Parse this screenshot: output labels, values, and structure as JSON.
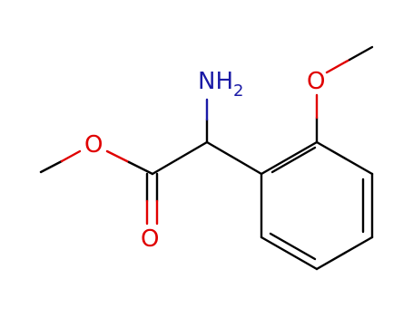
{
  "molecule": {
    "atoms": {
      "amine": {
        "text": "NH",
        "subscript": "2",
        "color": "#1a1aa6"
      },
      "ester_oxygen": {
        "text": "O",
        "color": "#e00000"
      },
      "carbonyl_oxygen": {
        "text": "O",
        "color": "#e00000"
      },
      "methoxy_oxygen": {
        "text": "O",
        "color": "#e00000"
      }
    },
    "colors": {
      "bond": "#000000",
      "nitrogen": "#1a1aa6",
      "oxygen": "#e00000"
    }
  }
}
